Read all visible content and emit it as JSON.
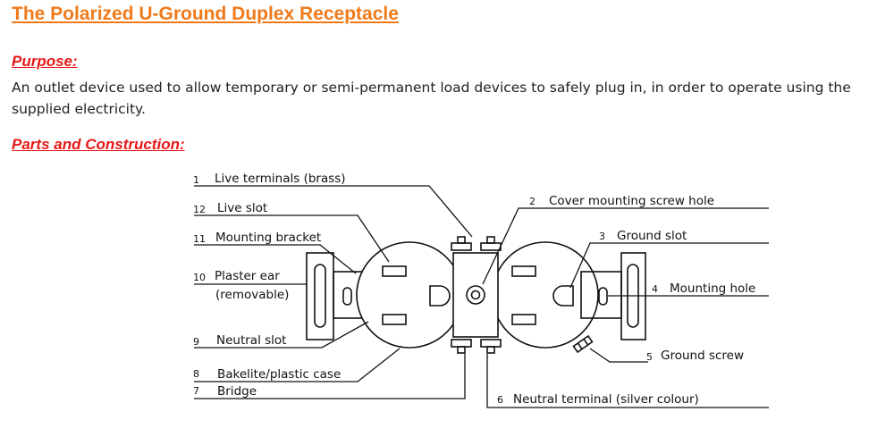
{
  "page": {
    "title": "The Polarized U-Ground Duplex Receptacle",
    "purpose_heading": "Purpose:",
    "purpose_text": "An outlet device used to allow temporary or semi-permanent load devices to safely plug in, in order to operate using the supplied electricity.",
    "parts_heading": "Parts and Construction:"
  },
  "diagram": {
    "labels": [
      {
        "num": "1",
        "text": "Live terminals (brass)"
      },
      {
        "num": "2",
        "text": "Cover mounting screw hole"
      },
      {
        "num": "3",
        "text": "Ground slot"
      },
      {
        "num": "4",
        "text": "Mounting hole"
      },
      {
        "num": "5",
        "text": "Ground screw"
      },
      {
        "num": "6",
        "text": "Neutral terminal (silver colour)"
      },
      {
        "num": "7",
        "text": "Bridge"
      },
      {
        "num": "8",
        "text": "Bakelite/plastic case"
      },
      {
        "num": "9",
        "text": "Neutral slot"
      },
      {
        "num": "10",
        "text": "Plaster ear",
        "text2": "(removable)"
      },
      {
        "num": "11",
        "text": "Mounting bracket"
      },
      {
        "num": "12",
        "text": "Live slot"
      }
    ]
  }
}
